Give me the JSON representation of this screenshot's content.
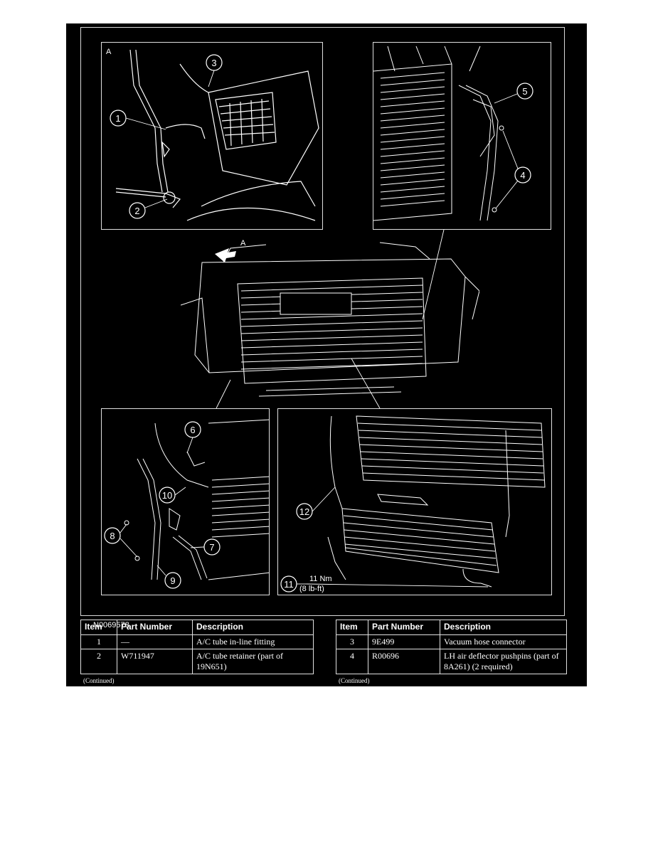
{
  "figure": {
    "view_label": "A",
    "arrow_label": "A",
    "figure_id": "N0069578",
    "torque": {
      "nm": "11 Nm",
      "lbft": "(8 lb-ft)"
    },
    "callouts": [
      "1",
      "2",
      "3",
      "4",
      "5",
      "6",
      "7",
      "8",
      "9",
      "10",
      "11",
      "12"
    ]
  },
  "tables": {
    "headers": {
      "item": "Item",
      "part_number": "Part Number",
      "description": "Description"
    },
    "left": {
      "rows": [
        {
          "item": "1",
          "part_number": "—",
          "description": "A/C tube in-line fitting"
        },
        {
          "item": "2",
          "part_number": "W711947",
          "description": "A/C tube retainer (part of 19N651)"
        }
      ],
      "continued": "(Continued)"
    },
    "right": {
      "rows": [
        {
          "item": "3",
          "part_number": "9E499",
          "description": "Vacuum hose connector"
        },
        {
          "item": "4",
          "part_number": "R00696",
          "description": "LH air deflector pushpins (part of 8A261) (2 required)"
        }
      ],
      "continued": "(Continued)"
    }
  }
}
